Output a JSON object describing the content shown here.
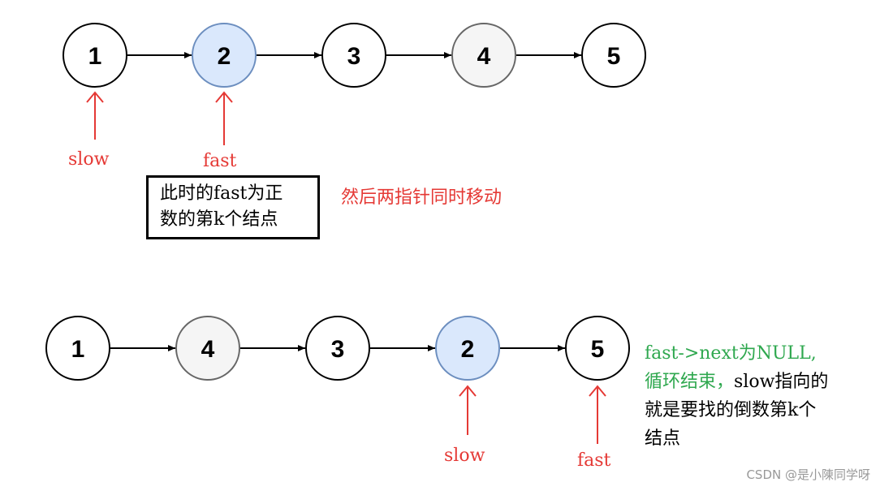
{
  "colors": {
    "highlight_fill": "#dae8fc",
    "highlight_stroke": "#6c8ebf",
    "gray_fill": "#f5f5f5",
    "gray_stroke": "#666666",
    "pointer_red": "#e53935",
    "note_green": "#2fa84f"
  },
  "top_list": {
    "nodes": [
      {
        "label": "1",
        "style": "plain"
      },
      {
        "label": "2",
        "style": "highlight"
      },
      {
        "label": "3",
        "style": "plain"
      },
      {
        "label": "4",
        "style": "gray"
      },
      {
        "label": "5",
        "style": "plain"
      }
    ],
    "pointers": [
      {
        "label": "slow",
        "node": 0
      },
      {
        "label": "fast",
        "node": 1
      }
    ]
  },
  "bottom_list": {
    "nodes": [
      {
        "label": "1",
        "style": "plain"
      },
      {
        "label": "4",
        "style": "gray"
      },
      {
        "label": "3",
        "style": "plain"
      },
      {
        "label": "2",
        "style": "highlight"
      },
      {
        "label": "5",
        "style": "plain"
      }
    ],
    "pointers": [
      {
        "label": "slow",
        "node": 3
      },
      {
        "label": "fast",
        "node": 4
      }
    ]
  },
  "notes": {
    "box_line1": "此时的fast为正",
    "box_line2": "数的第k个结点",
    "move_note": "然后两指针同时移动",
    "end_line1": "fast->next为NULL,",
    "end_line2_green": "循环结束，",
    "end_line2_black": "slow指向的",
    "end_line3": "就是要找的倒数第k个",
    "end_line4": "结点"
  },
  "watermark": "CSDN @是小陳同学呀"
}
